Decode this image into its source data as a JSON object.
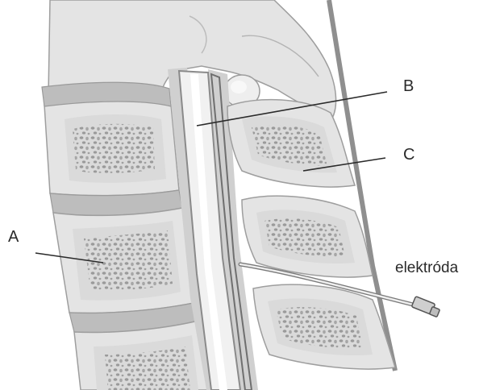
{
  "labels": {
    "a": "A",
    "b": "B",
    "c": "C",
    "electrode": "elektróda"
  },
  "colors": {
    "bone_fill": "#e4e4e4",
    "bone_outline": "#9e9e9e",
    "disc_fill": "#bdbdbd",
    "spongy_dots": "#9a9a9a",
    "cord_fill": "#f1f1f1",
    "pointer_line": "#2a2a2a"
  }
}
